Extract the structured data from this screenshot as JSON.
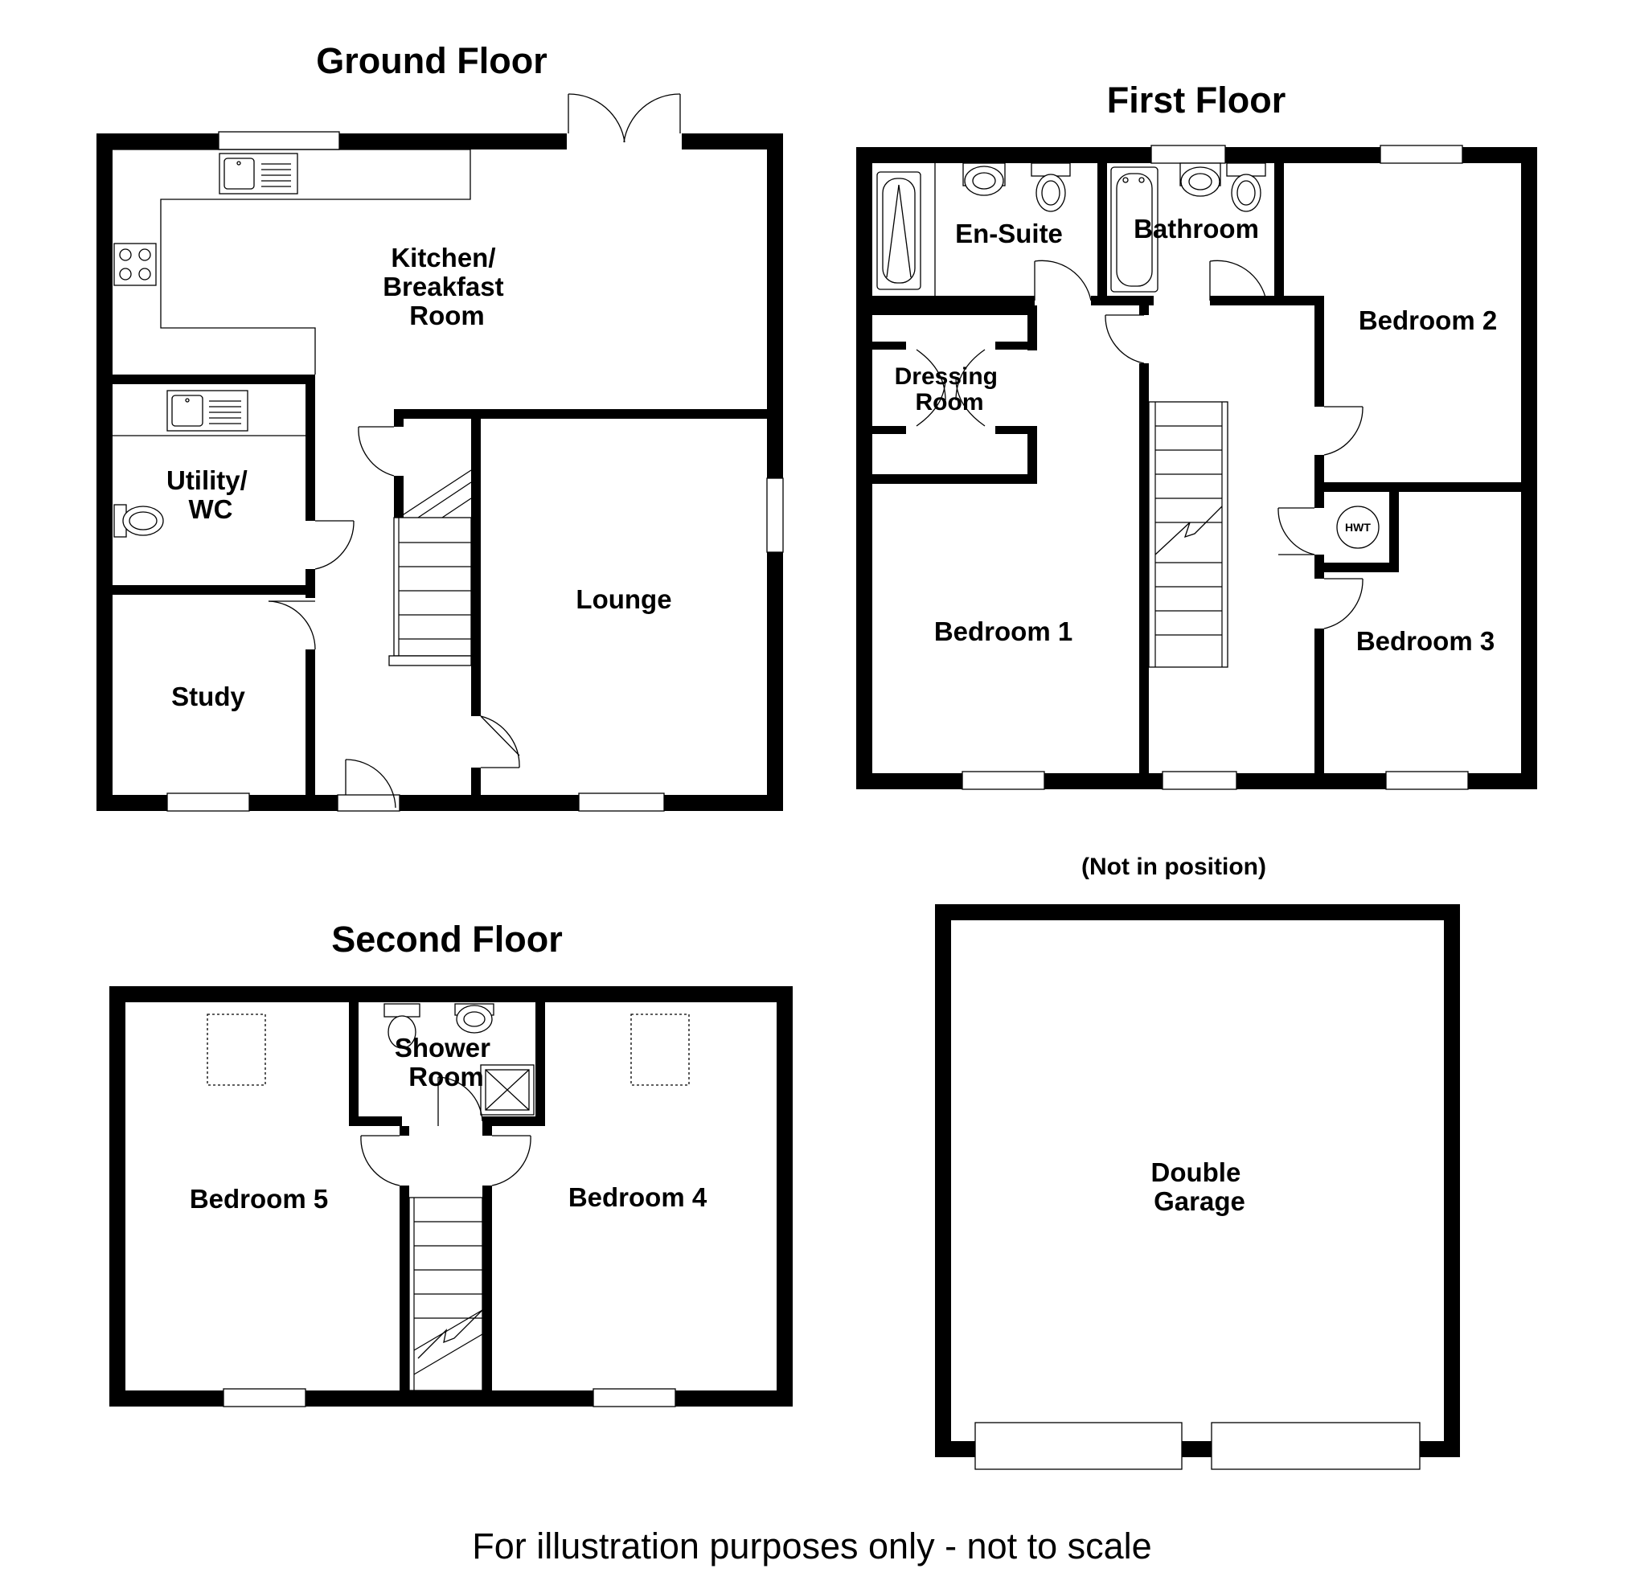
{
  "titles": {
    "ground": "Ground Floor",
    "first": "First Floor",
    "second": "Second Floor",
    "garage_note": "(Not in position)"
  },
  "rooms": {
    "kitchen": [
      "Kitchen/",
      "Breakfast",
      "Room"
    ],
    "utility": [
      "Utility/",
      "WC"
    ],
    "study": "Study",
    "lounge": "Lounge",
    "en_suite": "En-Suite",
    "bathroom": "Bathroom",
    "bedroom1": "Bedroom 1",
    "bedroom2": "Bedroom 2",
    "bedroom3": "Bedroom 3",
    "bedroom4": "Bedroom 4",
    "bedroom5": "Bedroom 5",
    "dressing": [
      "Dressing",
      "Room"
    ],
    "shower": [
      "Shower",
      "Room"
    ],
    "garage": [
      "Double",
      "Garage"
    ],
    "hwt": "HWT"
  },
  "footer": "For illustration purposes only - not to scale"
}
